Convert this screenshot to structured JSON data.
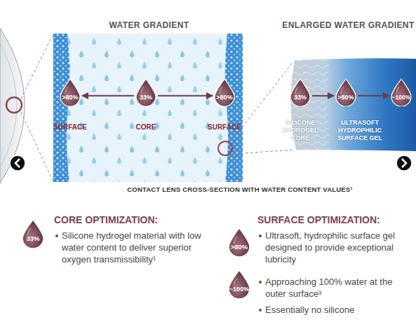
{
  "diagram": {
    "caption": "CONTACT LENS CROSS-SECTION WITH WATER CONTENT VALUES¹",
    "nodes": [
      {
        "text": [
          ">80%",
          "SURFACE"
        ]
      },
      {
        "text": [
          "33%",
          "CORE"
        ]
      },
      {
        "text": [
          ">80%",
          "SURFACE"
        ]
      },
      {
        "text": [
          "33%",
          "SILICONE HYDROGEL CORE"
        ]
      },
      {
        "text": [
          ">80%",
          "ULTRASOFT HYDROPHILIC SURFACE GEL"
        ]
      },
      {
        "text": [
          "~100%"
        ]
      },
      {
        "text": [
          "33%"
        ]
      },
      {
        "text": [
          ">80%"
        ]
      },
      {
        "text": [
          "~100%"
        ]
      }
    ],
    "edges": [
      {
        "from": 1,
        "to": 0,
        "arrow": "to"
      },
      {
        "from": 1,
        "to": 2,
        "arrow": "to"
      },
      {
        "from": 3,
        "to": 4,
        "arrow": "to"
      },
      {
        "from": 4,
        "to": 5,
        "arrow": "to"
      }
    ],
    "labels": [
      "WATER GRADIENT",
      "ENLARGED WATER GRADIENT",
      "CORE OPTIMIZATION:",
      "Silicone hydrogel material with low water content to deliver superior oxygen transmissibility¹",
      "SURFACE OPTIMIZATION:",
      "Ultrasoft, hydrophilic surface gel designed to provide exceptional lubricity",
      "Approaching 100% water at the outer surface³",
      "Essentially no silicone"
    ]
  }
}
